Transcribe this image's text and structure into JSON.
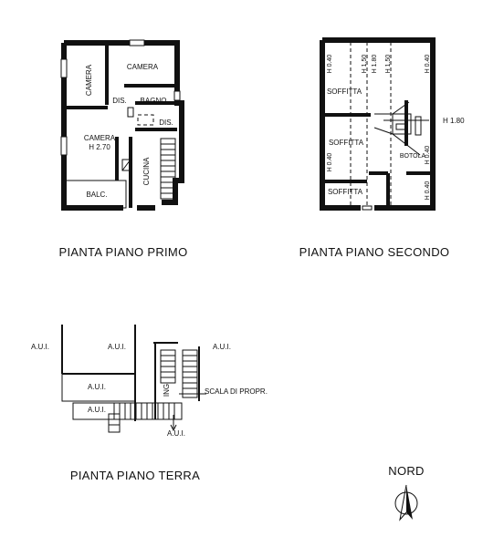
{
  "plans": {
    "primo": {
      "title": "PIANTA PIANO PRIMO",
      "rooms": {
        "camera_left": "CAMERA",
        "camera_top": "CAMERA",
        "dis1": "DIS.",
        "bagno": "BAGNO",
        "dis2": "DIS.",
        "camera_main": "CAMERA",
        "camera_main_h": "H 2.70",
        "cucina": "CUCINA",
        "balc": "BALC."
      }
    },
    "secondo": {
      "title": "PIANTA PIANO SECONDO",
      "labels": {
        "soffitta1": "SOFFITTA",
        "soffitta2": "SOFFITTA",
        "soffitta3": "SOFFITTA",
        "botola": "BOTOLA",
        "h_left_top": "H 0.40",
        "h_150_a": "H 1.50",
        "h_180": "H 1.80",
        "h_150_b": "H 1.50",
        "h_right_top": "H 0.40",
        "h_right_side": "H 1.80",
        "h_left_mid": "H 0.40",
        "h_right_mid": "H 0.40",
        "h_right_bot": "H 0.40"
      }
    },
    "terra": {
      "title": "PIANTA PIANO TERRA",
      "labels": {
        "aui_1": "A.U.I.",
        "aui_2": "A.U.I.",
        "aui_3": "A.U.I.",
        "aui_4": "A.U.I.",
        "aui_5": "A.U.I.",
        "aui_6": "A.U.I.",
        "ing": "ING",
        "scala": "SCALA DI PROPR."
      }
    }
  },
  "north": {
    "label": "NORD"
  }
}
